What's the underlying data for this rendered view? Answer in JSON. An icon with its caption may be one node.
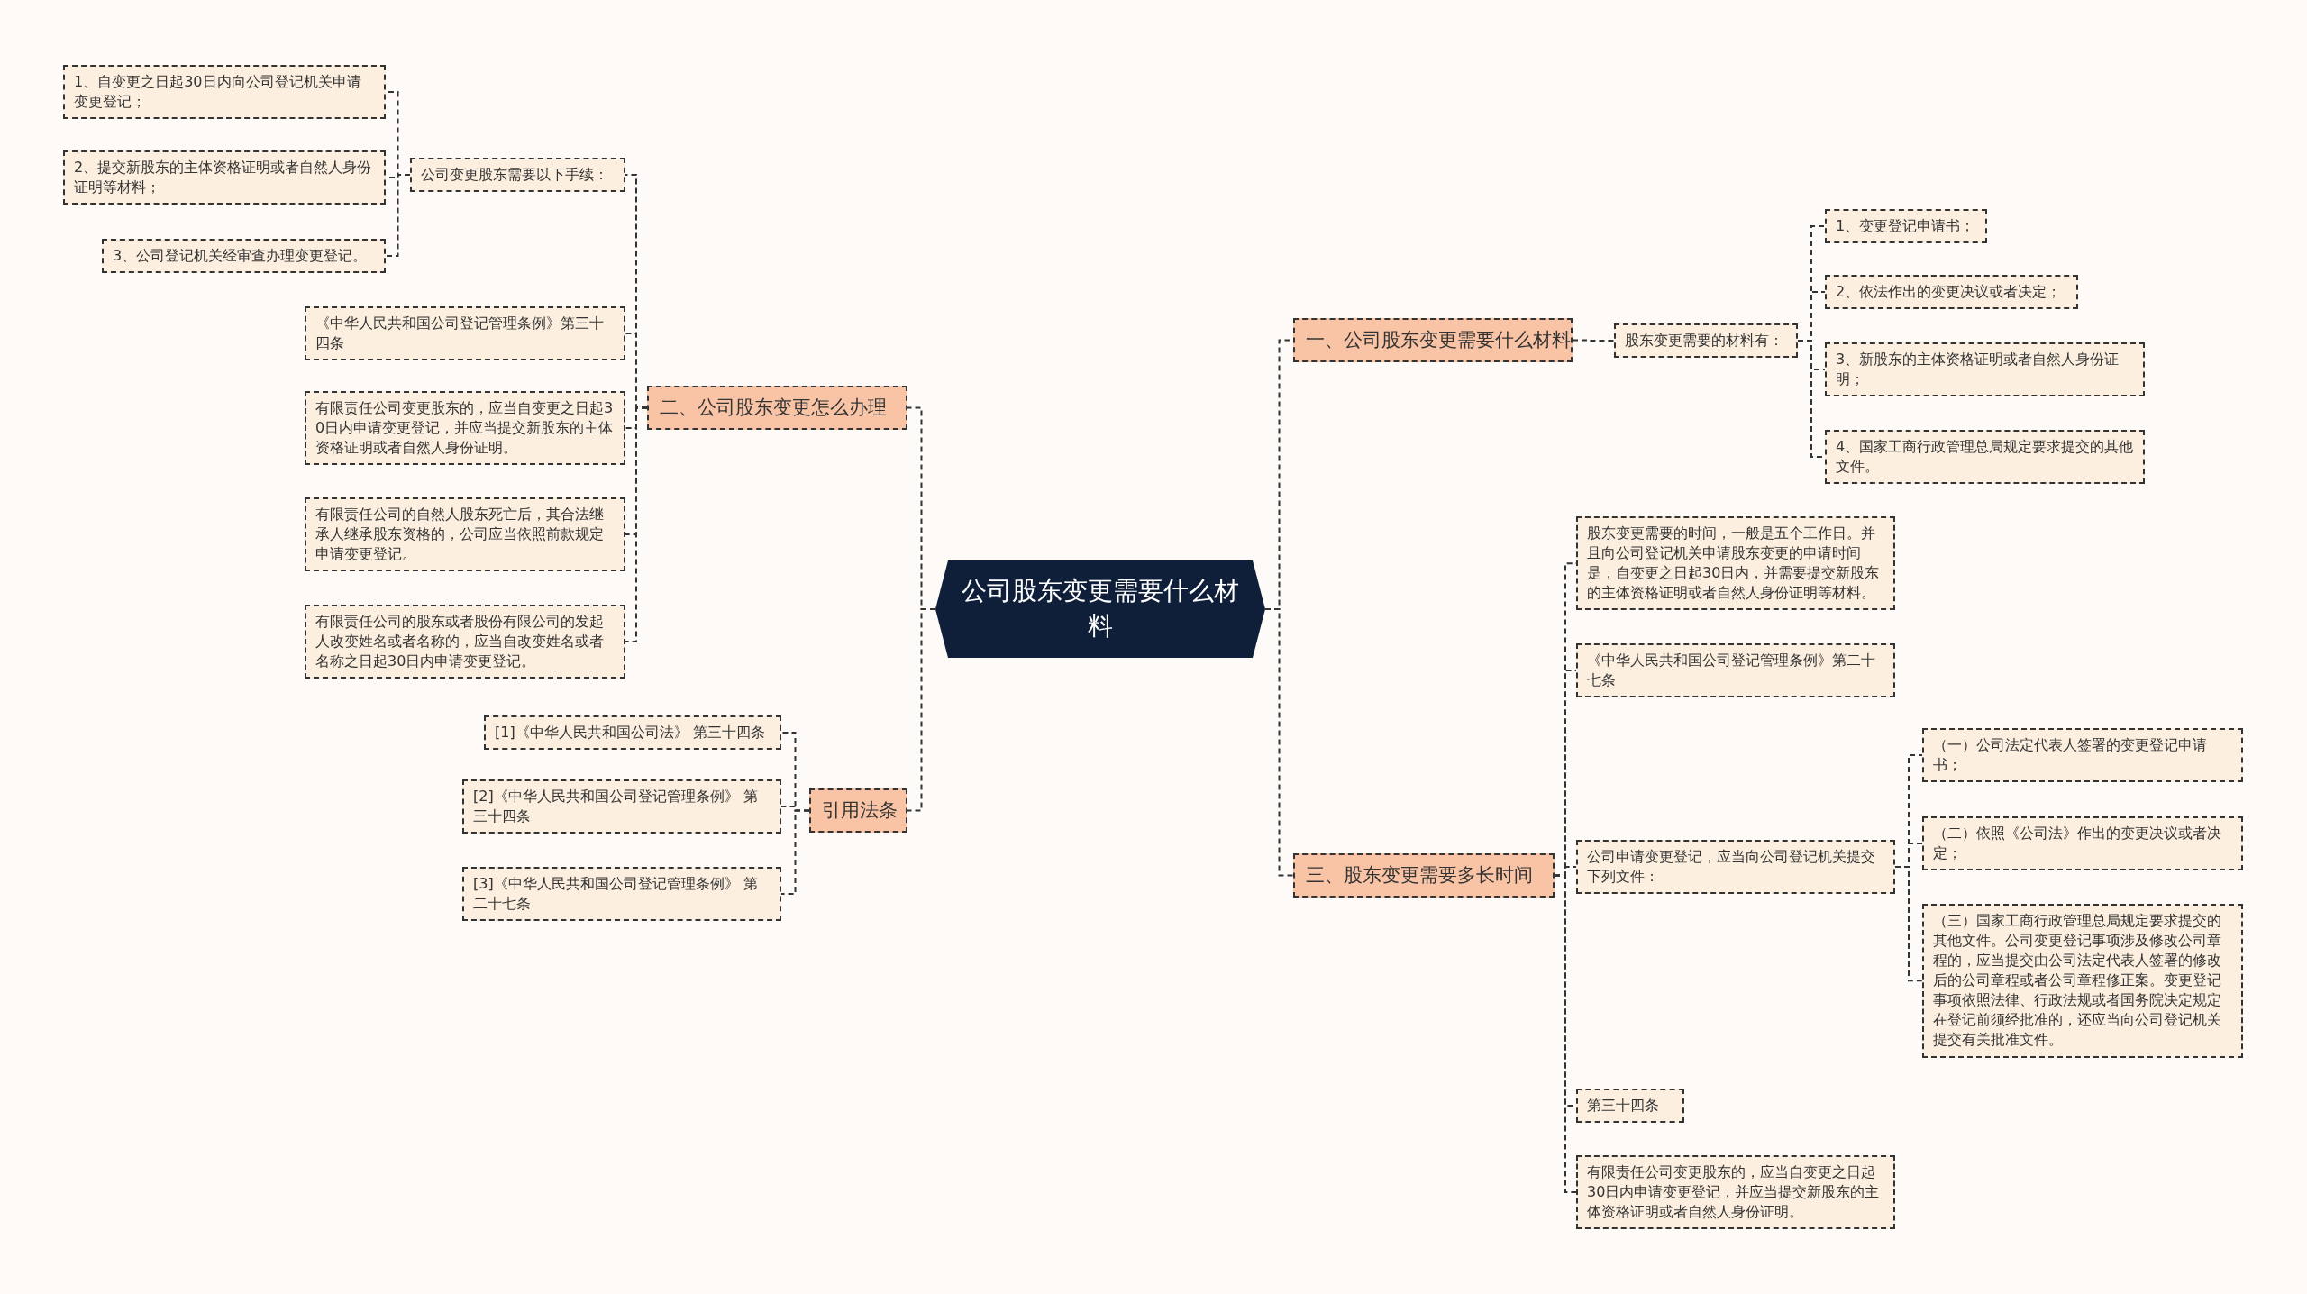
{
  "diagram": {
    "nodes": [
      {
        "text": [
          "公司股东变更需要什么材料"
        ]
      },
      {
        "text": [
          "二、公司股东变更怎么办理"
        ]
      },
      {
        "text": [
          "公司变更股东需要以下手续："
        ]
      },
      {
        "text": [
          "1、自变更之日起30日内向公司登记机关申请变更登记；"
        ]
      },
      {
        "text": [
          "2、提交新股东的主体资格证明或者自然人身份证明等材料；"
        ]
      },
      {
        "text": [
          "3、公司登记机关经审查办理变更登记。"
        ]
      },
      {
        "text": [
          "《中华人民共和国公司登记管理条例》第三十四条"
        ]
      },
      {
        "text": [
          "有限责任公司变更股东的，应当自变更之日起30日内申请变更登记，并应当提交新股东的主体资格证明或者自然人身份证明。"
        ]
      },
      {
        "text": [
          "有限责任公司的自然人股东死亡后，其合法继承人继承股东资格的，公司应当依照前款规定申请变更登记。"
        ]
      },
      {
        "text": [
          "有限责任公司的股东或者股份有限公司的发起人改变姓名或者名称的，应当自改变姓名或者名称之日起30日内申请变更登记。"
        ]
      },
      {
        "text": [
          "引用法条"
        ]
      },
      {
        "text": [
          "[1]《中华人民共和国公司法》 第三十四条"
        ]
      },
      {
        "text": [
          "[2]《中华人民共和国公司登记管理条例》 第三十四条"
        ]
      },
      {
        "text": [
          "[3]《中华人民共和国公司登记管理条例》 第二十七条"
        ]
      },
      {
        "text": [
          "一、公司股东变更需要什么材料"
        ]
      },
      {
        "text": [
          "股东变更需要的材料有："
        ]
      },
      {
        "text": [
          "1、变更登记申请书；"
        ]
      },
      {
        "text": [
          "2、依法作出的变更决议或者决定；"
        ]
      },
      {
        "text": [
          "3、新股东的主体资格证明或者自然人身份证明；"
        ]
      },
      {
        "text": [
          "4、国家工商行政管理总局规定要求提交的其他文件。"
        ]
      },
      {
        "text": [
          "三、股东变更需要多长时间"
        ]
      },
      {
        "text": [
          "股东变更需要的时间，一般是五个工作日。并且向公司登记机关申请股东变更的申请时间是，自变更之日起30日内，并需要提交新股东的主体资格证明或者自然人身份证明等材料。"
        ]
      },
      {
        "text": [
          "《中华人民共和国公司登记管理条例》第二十七条"
        ]
      },
      {
        "text": [
          "公司申请变更登记，应当向公司登记机关提交下列文件："
        ]
      },
      {
        "text": [
          "（一）公司法定代表人签署的变更登记申请书；"
        ]
      },
      {
        "text": [
          "（二）依照《公司法》作出的变更决议或者决定；"
        ]
      },
      {
        "text": [
          "（三）国家工商行政管理总局规定要求提交的其他文件。公司变更登记事项涉及修改公司章程的，应当提交由公司法定代表人签署的修改后的公司章程或者公司章程修正案。变更登记事项依照法律、行政法规或者国务院决定规定在登记前须经批准的，还应当向公司登记机关提交有关批准文件。"
        ]
      },
      {
        "text": [
          "第三十四条"
        ]
      },
      {
        "text": [
          "有限责任公司变更股东的，应当自变更之日起30日内申请变更登记，并应当提交新股东的主体资格证明或者自然人身份证明。"
        ]
      }
    ],
    "edges": [
      {
        "from": 0,
        "to": 1,
        "arrow": "none"
      },
      {
        "from": 0,
        "to": 10,
        "arrow": "none"
      },
      {
        "from": 0,
        "to": 14,
        "arrow": "none"
      },
      {
        "from": 0,
        "to": 20,
        "arrow": "none"
      },
      {
        "from": 1,
        "to": 2,
        "arrow": "none"
      },
      {
        "from": 1,
        "to": 6,
        "arrow": "none"
      },
      {
        "from": 1,
        "to": 7,
        "arrow": "none"
      },
      {
        "from": 1,
        "to": 8,
        "arrow": "none"
      },
      {
        "from": 1,
        "to": 9,
        "arrow": "none"
      },
      {
        "from": 2,
        "to": 3,
        "arrow": "none"
      },
      {
        "from": 2,
        "to": 4,
        "arrow": "none"
      },
      {
        "from": 2,
        "to": 5,
        "arrow": "none"
      },
      {
        "from": 10,
        "to": 11,
        "arrow": "none"
      },
      {
        "from": 10,
        "to": 12,
        "arrow": "none"
      },
      {
        "from": 10,
        "to": 13,
        "arrow": "none"
      },
      {
        "from": 14,
        "to": 15,
        "arrow": "none"
      },
      {
        "from": 15,
        "to": 16,
        "arrow": "none"
      },
      {
        "from": 15,
        "to": 17,
        "arrow": "none"
      },
      {
        "from": 15,
        "to": 18,
        "arrow": "none"
      },
      {
        "from": 15,
        "to": 19,
        "arrow": "none"
      },
      {
        "from": 20,
        "to": 21,
        "arrow": "none"
      },
      {
        "from": 20,
        "to": 22,
        "arrow": "none"
      },
      {
        "from": 20,
        "to": 23,
        "arrow": "none"
      },
      {
        "from": 20,
        "to": 27,
        "arrow": "none"
      },
      {
        "from": 20,
        "to": 28,
        "arrow": "none"
      },
      {
        "from": 23,
        "to": 24,
        "arrow": "none"
      },
      {
        "from": 23,
        "to": 25,
        "arrow": "none"
      },
      {
        "from": 23,
        "to": 26,
        "arrow": "none"
      }
    ]
  }
}
